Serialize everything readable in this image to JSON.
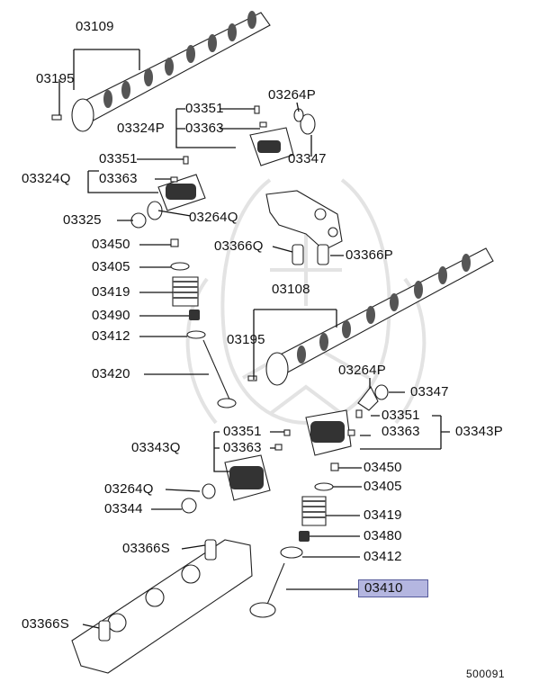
{
  "diagram": {
    "labels": {
      "l03109": "03109",
      "l03195a": "03195",
      "l03351a": "03351",
      "l03264Pa": "03264P",
      "l03324P": "03324P",
      "l03363a": "03363",
      "l03347a": "03347",
      "l03351b": "03351",
      "l03324Q": "03324Q",
      "l03363b": "03363",
      "l03325": "03325",
      "l03264Qa": "03264Q",
      "l03450a": "03450",
      "l03366Qa": "03366Q",
      "l03366P": "03366P",
      "l03405a": "03405",
      "l03419a": "03419",
      "l03108": "03108",
      "l03490": "03490",
      "l03412a": "03412",
      "l03195b": "03195",
      "l03420": "03420",
      "l03264Pb": "03264P",
      "l03347b": "03347",
      "l03351c": "03351",
      "l03351d": "03351",
      "l03343Q": "03343Q",
      "l03363c": "03363",
      "l03363d": "03363",
      "l03343P": "03343P",
      "l03450b": "03450",
      "l03264Qb": "03264Q",
      "l03405b": "03405",
      "l03344": "03344",
      "l03419b": "03419",
      "l03480": "03480",
      "l03366Sa": "03366S",
      "l03412b": "03412",
      "l03410": "03410",
      "l03366Sb": "03366S"
    },
    "highlight_color": "#b4b6e0",
    "diagram_number": "500091"
  }
}
